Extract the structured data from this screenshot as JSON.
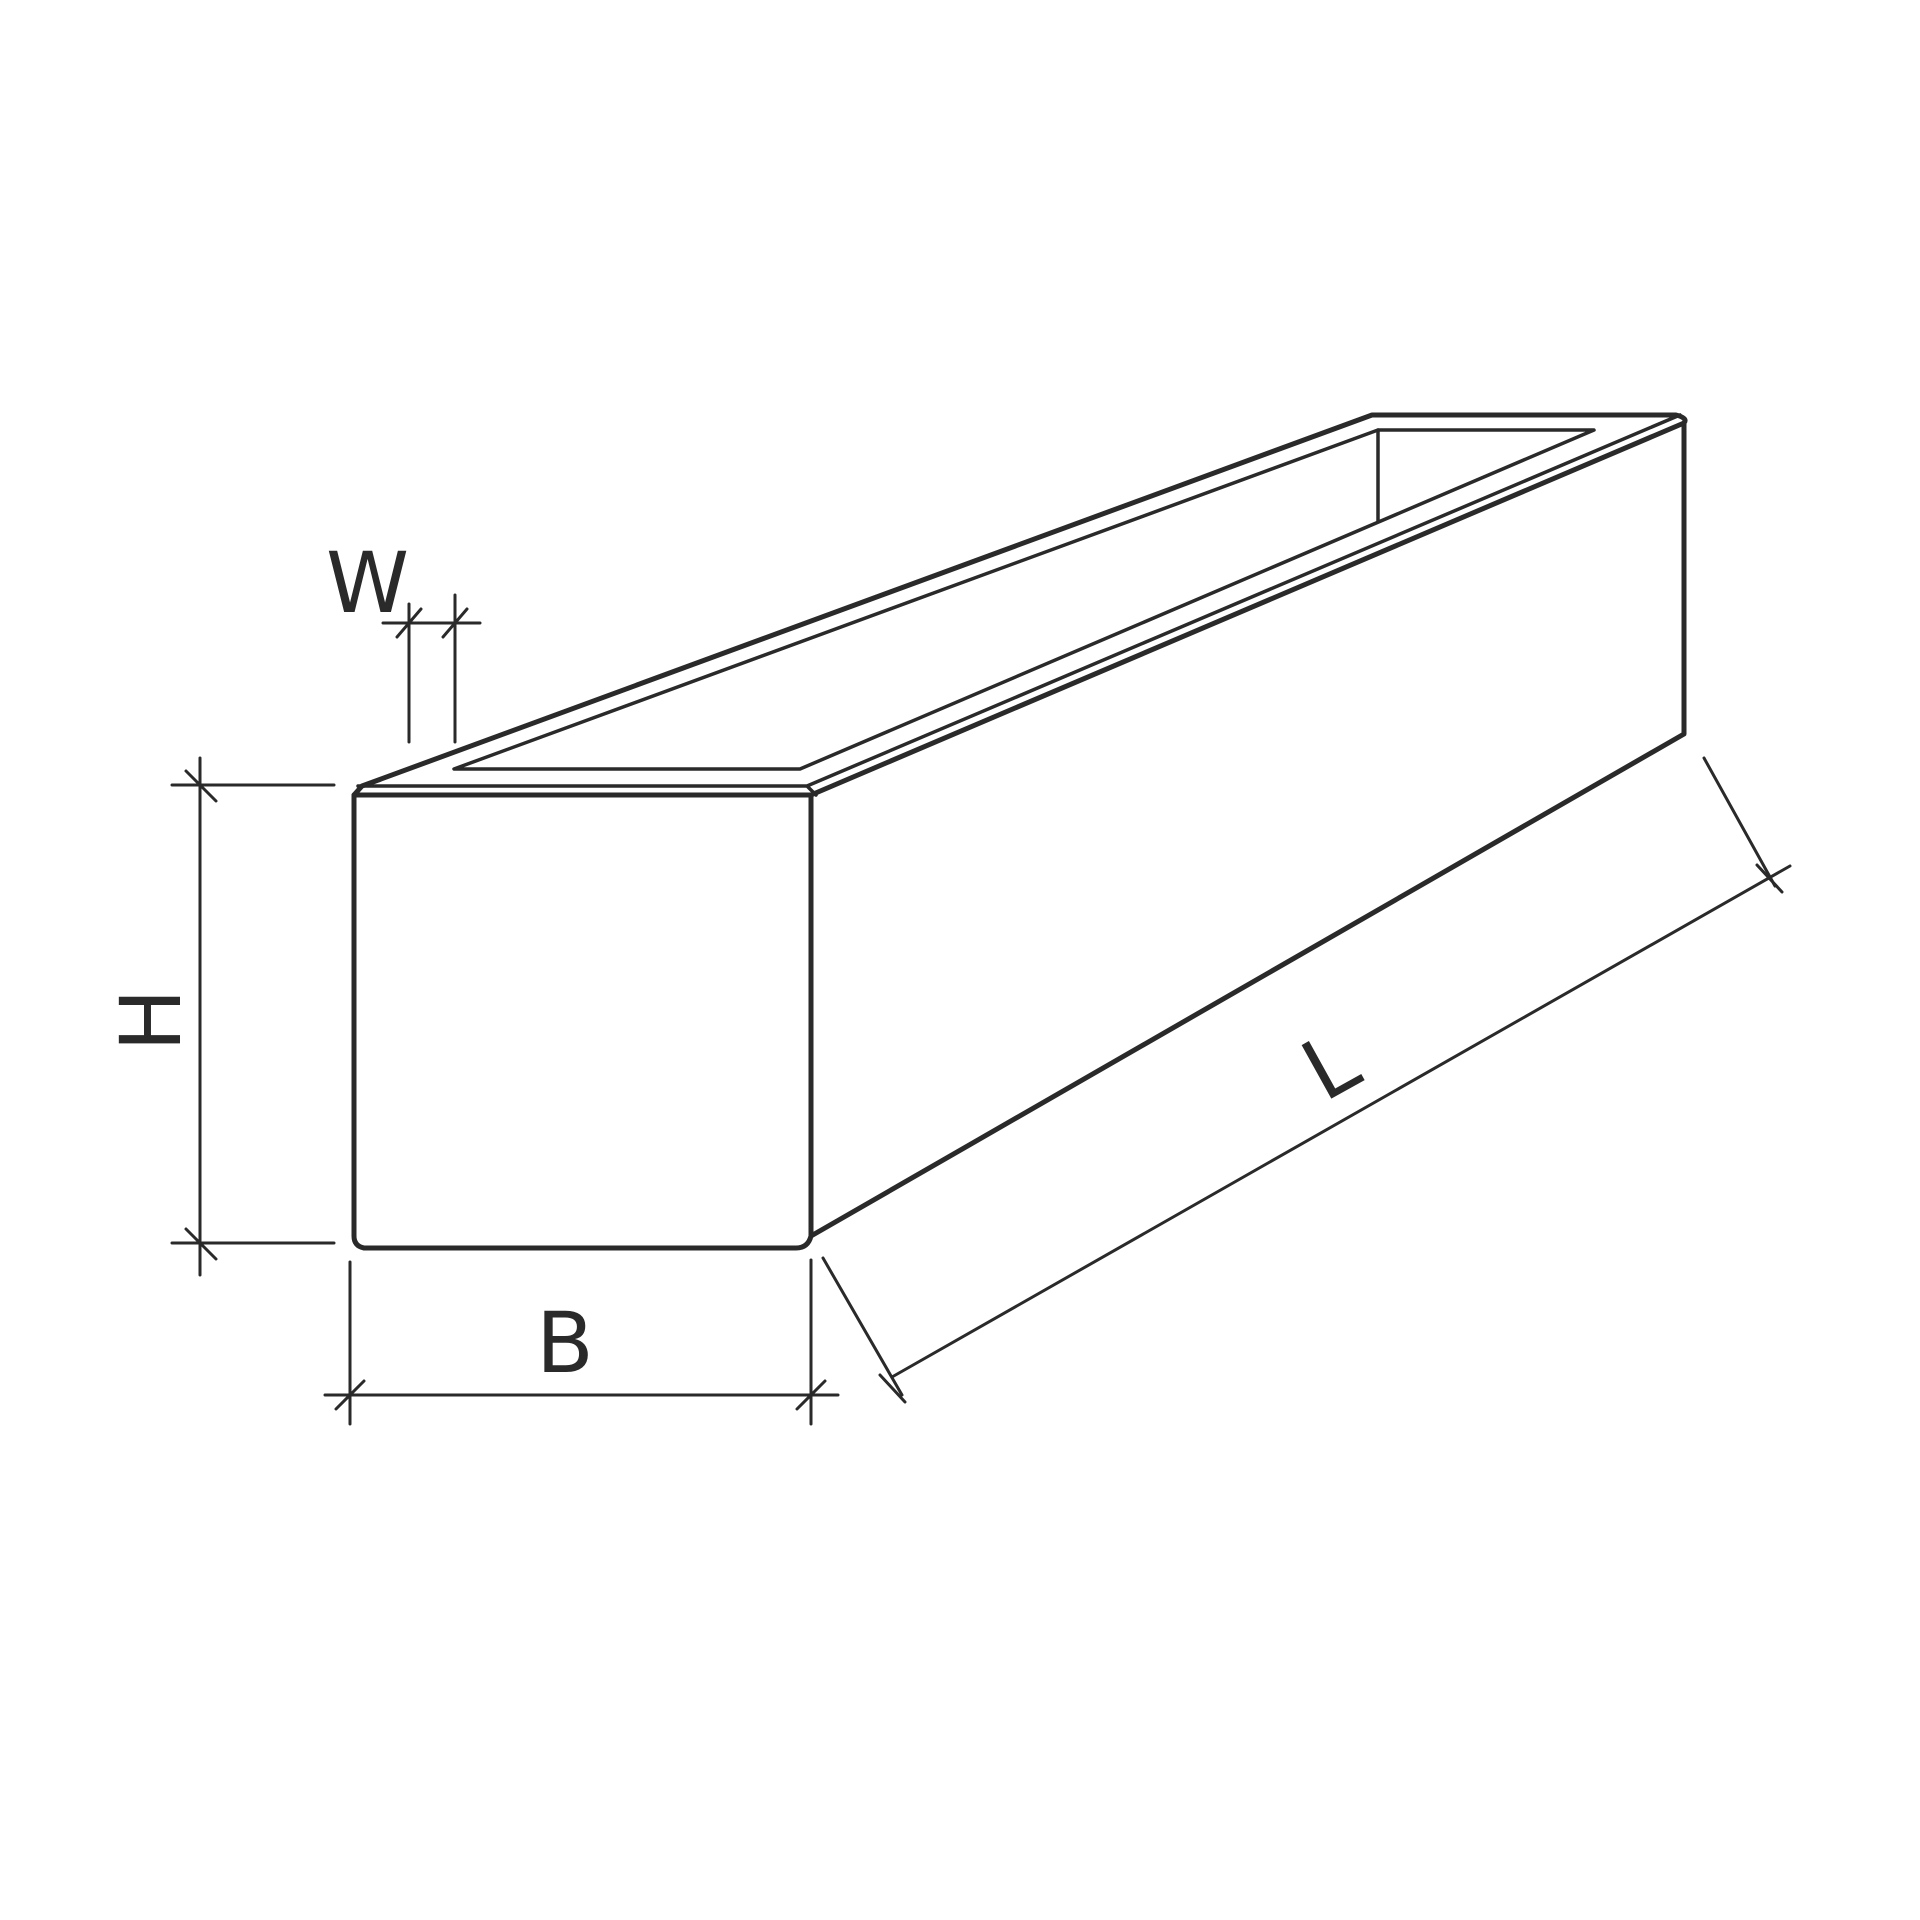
{
  "colors": {
    "line": "#2a2a2a",
    "background": "#ffffff"
  },
  "dimensions": {
    "width_label": "W",
    "height_label": "H",
    "breadth_label": "B",
    "length_label": "L"
  }
}
